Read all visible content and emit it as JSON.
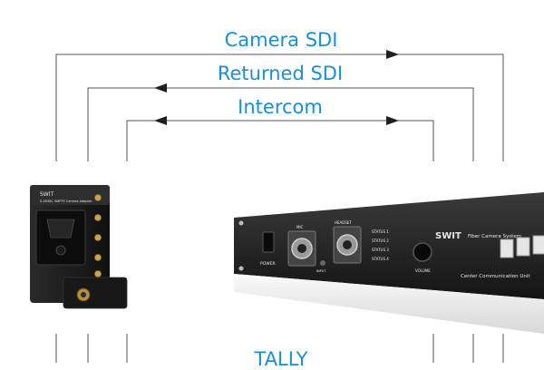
{
  "colors": {
    "label": "#1a8fd6",
    "line": "#555555",
    "device_dark": "#1f1f1f",
    "panel_light": "#f2f2f2",
    "connector_gold": "#c9a24a"
  },
  "signals": [
    {
      "label": "Camera SDI",
      "direction": "right"
    },
    {
      "label": "Returned SDI",
      "direction": "left"
    },
    {
      "label": "Intercom",
      "direction": "both"
    }
  ],
  "bottom_signal": {
    "label": "TALLY"
  },
  "camera_adapter": {
    "brand": "SWIT",
    "model": "S-4930C SMPTE Camera Adapter"
  },
  "rack_unit": {
    "brand": "SWIT",
    "title": "Fiber Camera System",
    "subtitle": "Center Communication Unit",
    "power_label": "POWER",
    "volume_label": "VOLUME",
    "status_labels": [
      "STATUS 1",
      "STATUS 2",
      "STATUS 3",
      "STATUS 4"
    ],
    "mic_label": "MIC",
    "headset_label": "HEADSET",
    "input_label": "INPUT"
  }
}
